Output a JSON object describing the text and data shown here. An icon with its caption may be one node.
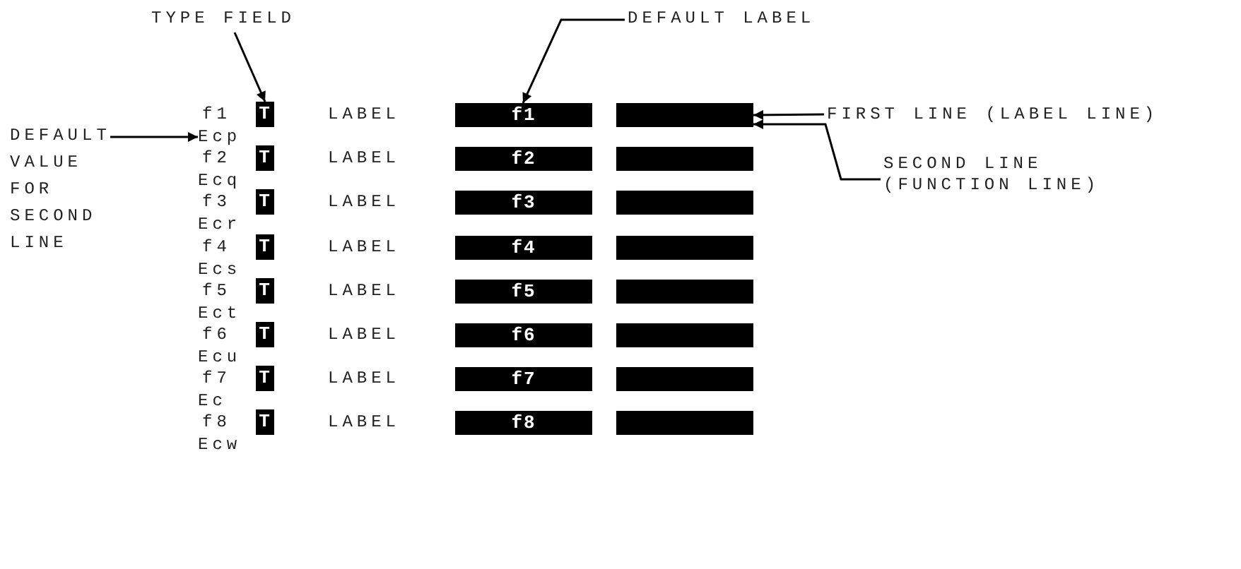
{
  "diagram": {
    "nodes": [
      {
        "text": [
          "TYPE FIELD"
        ]
      },
      {
        "text": [
          "DEFAULT LABEL"
        ]
      },
      {
        "text": [
          "FIRST LINE (LABEL LINE)"
        ]
      },
      {
        "text": [
          "DEFAULT VALUE FOR SECOND LINE"
        ]
      },
      {
        "text": [
          "SECOND LINE (FUNCTION LINE)"
        ]
      },
      {
        "text": [
          "T"
        ]
      },
      {
        "text": [
          "f1"
        ]
      },
      {
        "text": [],
        "shape": "bar"
      },
      {
        "text": [
          "T"
        ]
      },
      {
        "text": [
          "f2"
        ]
      },
      {
        "text": [],
        "shape": "bar"
      },
      {
        "text": [
          "T"
        ]
      },
      {
        "text": [
          "f3"
        ]
      },
      {
        "text": [],
        "shape": "bar"
      },
      {
        "text": [
          "T"
        ]
      },
      {
        "text": [
          "f4"
        ]
      },
      {
        "text": [],
        "shape": "bar"
      },
      {
        "text": [
          "T"
        ]
      },
      {
        "text": [
          "f5"
        ]
      },
      {
        "text": [],
        "shape": "bar"
      },
      {
        "text": [
          "T"
        ]
      },
      {
        "text": [
          "f6"
        ]
      },
      {
        "text": [],
        "shape": "bar"
      },
      {
        "text": [
          "T"
        ]
      },
      {
        "text": [
          "f7"
        ]
      },
      {
        "text": [],
        "shape": "bar"
      },
      {
        "text": [
          "T"
        ]
      },
      {
        "text": [
          "f8"
        ]
      },
      {
        "text": [],
        "shape": "bar"
      },
      {
        "text": [
          "Ecp"
        ]
      }
    ],
    "edges": [
      {
        "from": 0,
        "to": 5,
        "arrow": "to"
      },
      {
        "from": 1,
        "to": 6,
        "arrow": "to"
      },
      {
        "from": 2,
        "to": 7,
        "arrow": "to"
      },
      {
        "from": 3,
        "to": 29,
        "arrow": "to"
      },
      {
        "from": 4,
        "to": 7,
        "arrow": "to"
      }
    ],
    "labels": [
      "f1",
      "LABEL",
      "f2",
      "LABEL",
      "Ecq",
      "f3",
      "LABEL",
      "Ecr",
      "f4",
      "LABEL",
      "Ecs",
      "f5",
      "LABEL",
      "Ect",
      "f6",
      "LABEL",
      "Ecu",
      "f7",
      "LABEL",
      "Ec",
      "f8",
      "LABEL",
      "Ecw"
    ]
  }
}
